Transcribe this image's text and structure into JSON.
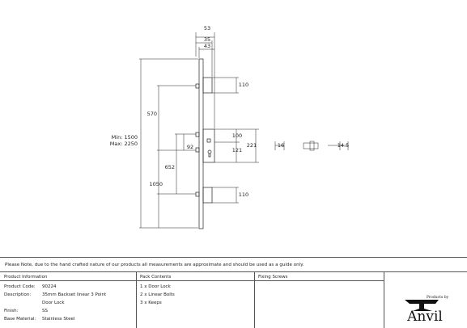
{
  "drawing": {
    "dims_top": [
      "53",
      "35",
      "43"
    ],
    "dims_left": [
      "570",
      "Min: 1500",
      "Max: 2250",
      "652",
      "1050",
      "92"
    ],
    "dims_right": [
      "110",
      "100",
      "121",
      "221",
      "110"
    ],
    "dims_keeper": [
      "16",
      "14.5"
    ]
  },
  "info": {
    "note": "Please Note, due to the hand crafted nature of our products all measurements are approximate and should be used as a guide only.",
    "headers": {
      "product_information": "Product Information",
      "pack_contents": "Pack Contents",
      "fixing_screws": "Fixing Screws"
    },
    "product": {
      "code_label": "Product Code:",
      "code": "90224",
      "description_label": "Description:",
      "description_line1": "35mm Backset linear 3 Point",
      "description_line2": "Door Lock",
      "finish_label": "Finish:",
      "finish": "SS",
      "base_material_label": "Base Material:",
      "base_material": "Stainless Steel"
    },
    "pack_contents": [
      "1 x Door Lock",
      "2 x Linear Bolts",
      "3 x Keeps"
    ],
    "brand": {
      "tagline": "Products by",
      "name": "Anvil"
    }
  }
}
